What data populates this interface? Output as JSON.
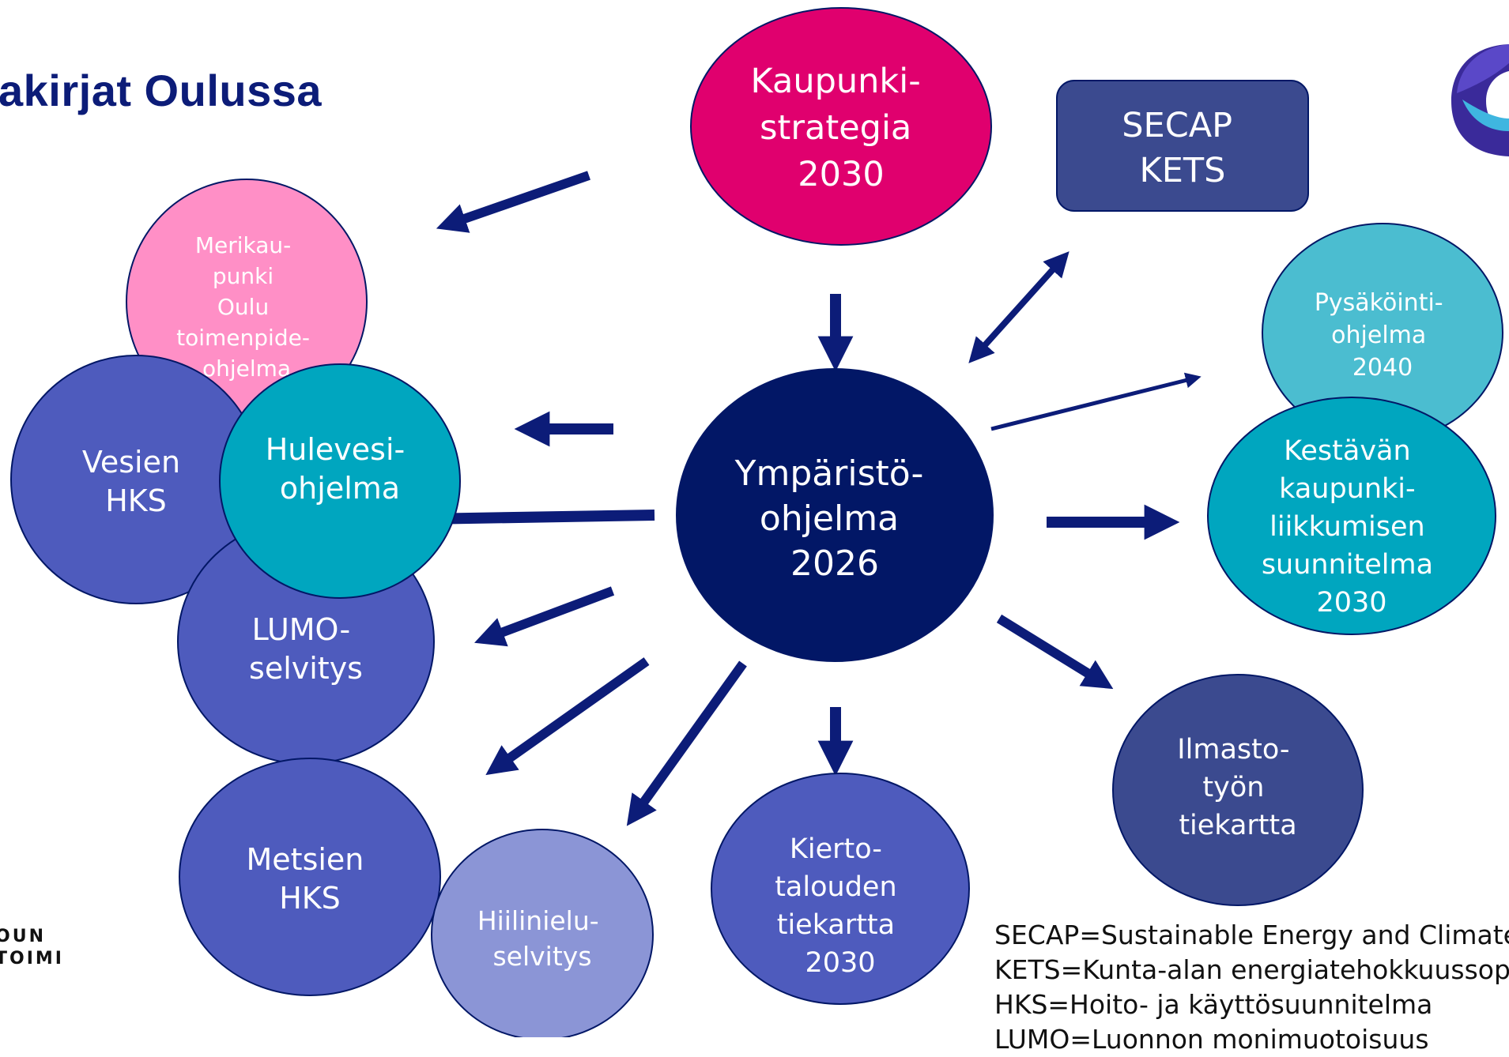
{
  "title": "akirjat Oulussa",
  "logo_text": [
    "OUN",
    "TOIMI"
  ],
  "nodes": {
    "kaupunkistrategia": [
      "Kaupunki-",
      "strategia",
      "2030"
    ],
    "secap": [
      "SECAP",
      "KETS"
    ],
    "merikaupunki": [
      "Merikau-",
      "punki",
      "Oulu",
      "toimenpide-",
      "ohjelma"
    ],
    "vesien_hks": [
      "Vesien",
      "HKS"
    ],
    "hulevesi": [
      "Hulevesi-",
      "ohjelma"
    ],
    "ymparisto": [
      "Ympäristö-",
      "ohjelma",
      "2026"
    ],
    "pysakointi": [
      "Pysäköinti-",
      "ohjelma",
      "2040"
    ],
    "kestavan": [
      "Kestävän",
      "kaupunki-",
      "liikkumisen",
      "suunnitelma",
      "2030"
    ],
    "lumo": [
      "LUMO-",
      "selvitys"
    ],
    "ilmasto": [
      "Ilmasto-",
      "työn",
      "tiekartta"
    ],
    "metsien": [
      "Metsien",
      "HKS"
    ],
    "hiilinielu": [
      "Hiilinielu-",
      "selvitys"
    ],
    "kiertotalous": [
      "Kierto-",
      "talouden",
      "tiekartta",
      "2030"
    ]
  },
  "legend": [
    "SECAP=Sustainable Energy and Climate",
    "KETS=Kunta-alan energiatehokkuussop",
    "HKS=Hoito- ja käyttösuunnitelma",
    "LUMO=Luonnon monimuotoisuus"
  ],
  "colors": {
    "title": "#0c1c78",
    "arrow": "#0c1c78",
    "magenta": "#e0006e",
    "navy": "#021766",
    "slate": "#3b4a8f",
    "blue_violet": "#4e5bbd",
    "pink": "#ff8fc6",
    "teal": "#00a6bf",
    "light_teal": "#4bbdd0",
    "lavender": "#8b95d6"
  }
}
